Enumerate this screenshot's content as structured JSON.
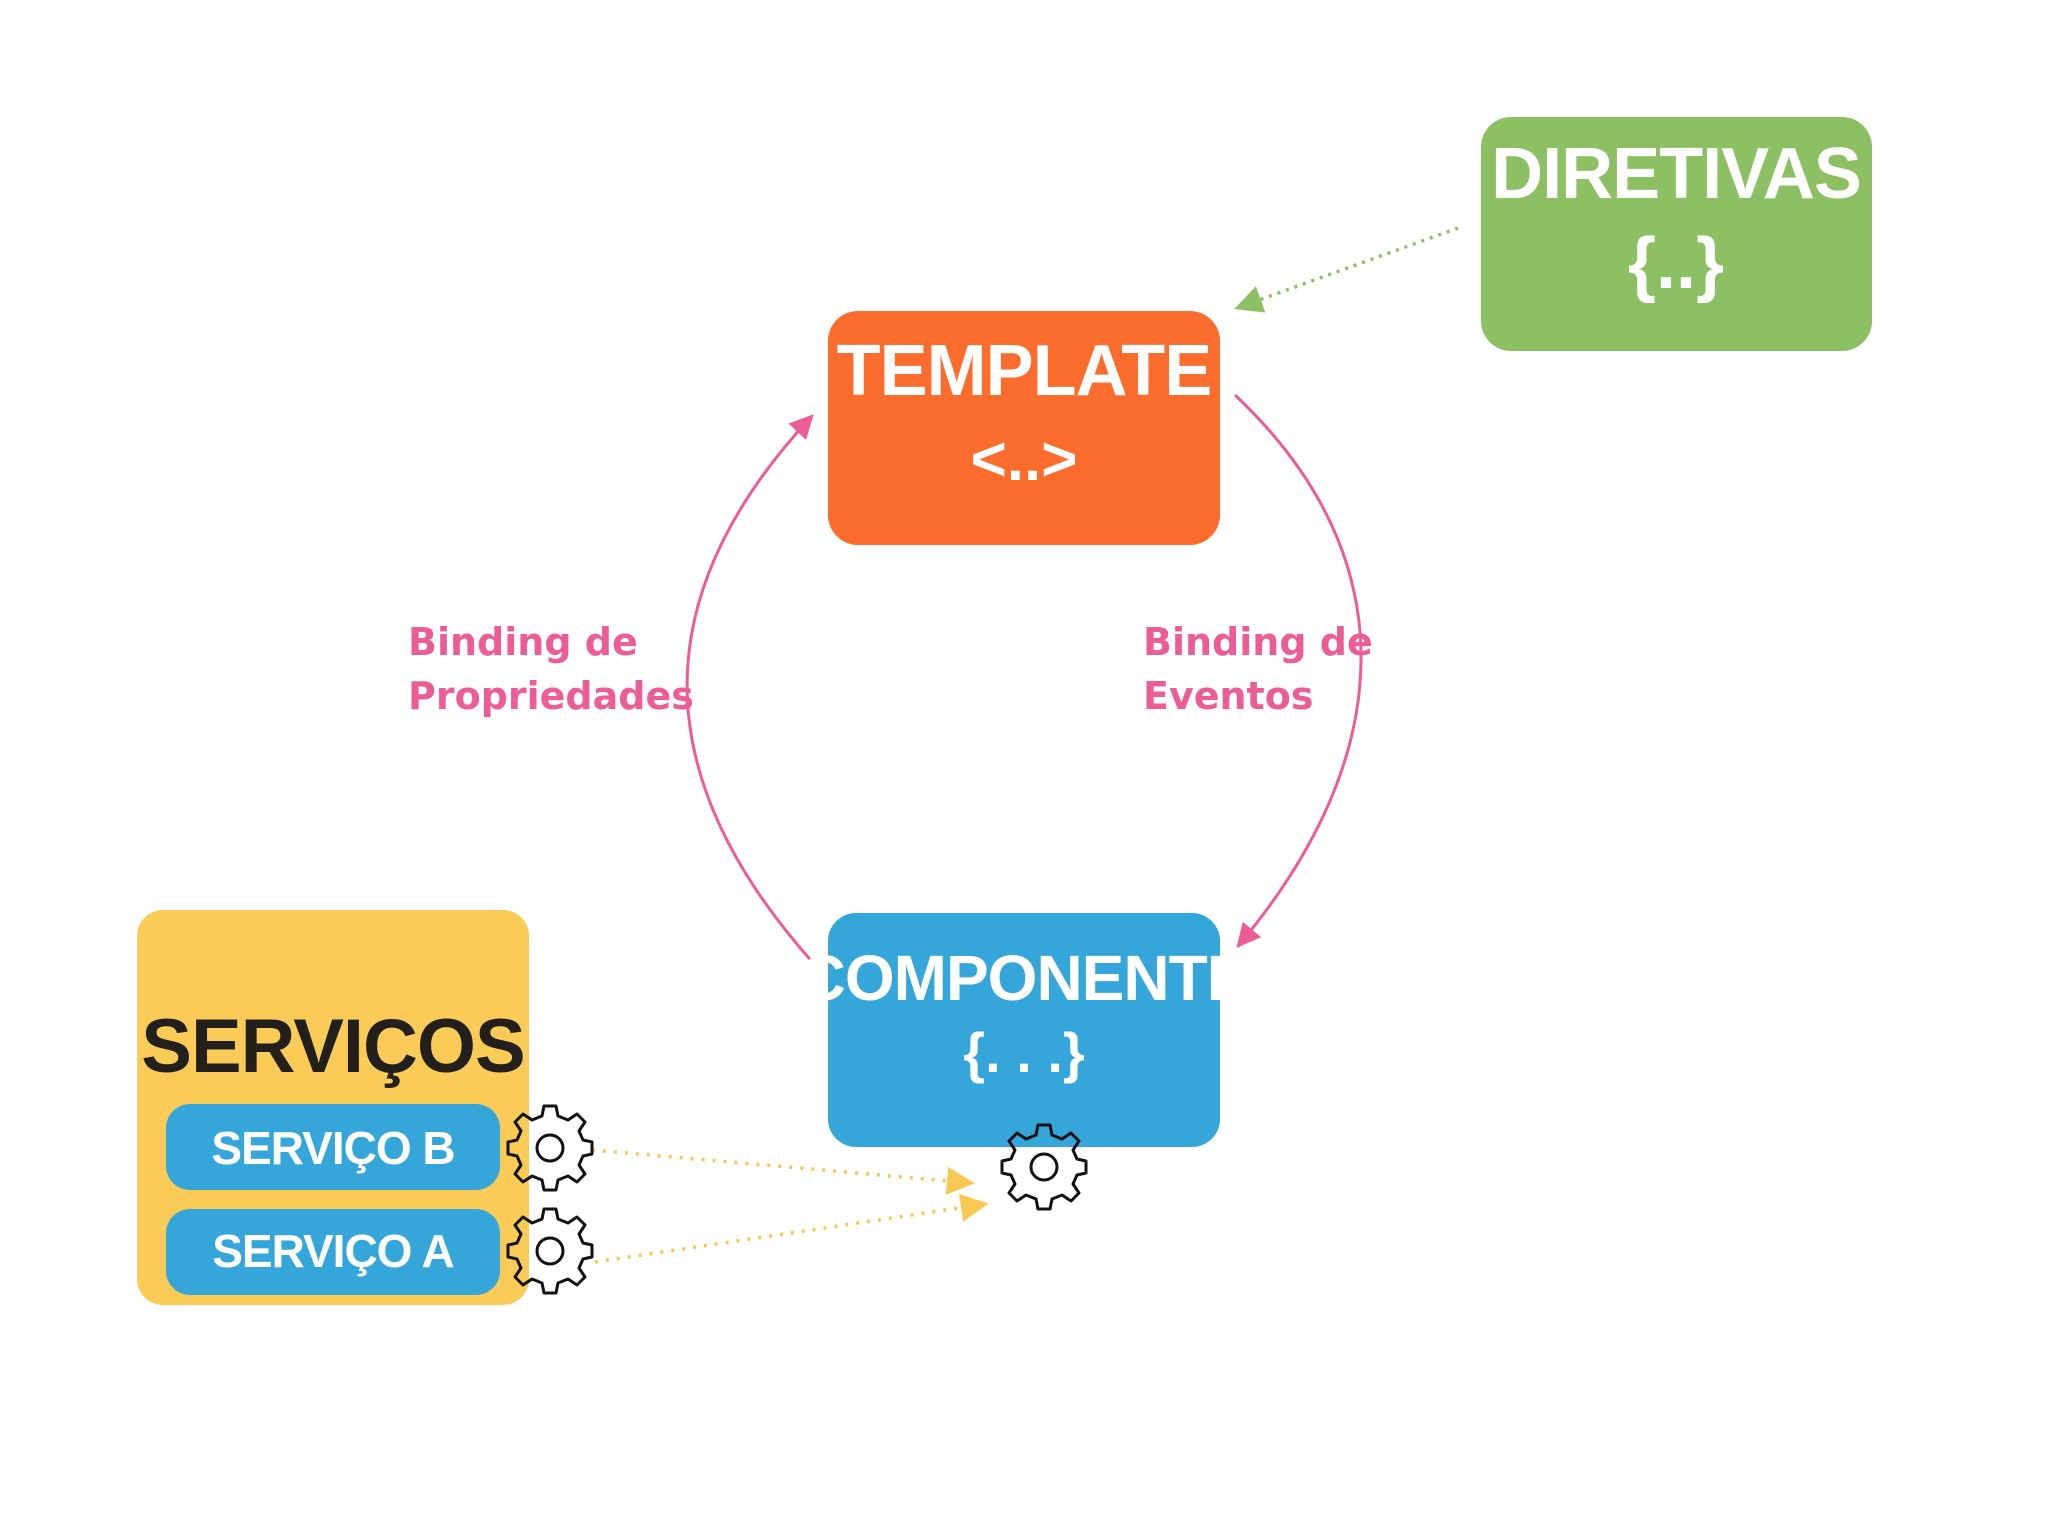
{
  "nodes": {
    "template": {
      "title": "TEMPLATE",
      "symbol": "<..>"
    },
    "diretivas": {
      "title": "DIRETIVAS",
      "symbol": "{..}"
    },
    "componente": {
      "title": "COMPONENTE",
      "symbol": "{. . .}"
    },
    "servicos": {
      "title": "SERVIÇOS",
      "items": [
        "SERVIÇO B",
        "SERVIÇO A"
      ]
    }
  },
  "edges": {
    "property_binding": {
      "line1": "Binding de",
      "line2": "Propriedades"
    },
    "event_binding": {
      "line1": "Binding de",
      "line2": "Eventos"
    }
  },
  "colors": {
    "template": "#FC6C2C",
    "diretivas": "#8DC063",
    "componente": "#35A6DA",
    "servicos": "#FBCB57",
    "binding": "#EC5C95",
    "directive_arrow": "#8DC063",
    "service_arrow": "#F8C952"
  },
  "icons": [
    "gear-icon"
  ]
}
